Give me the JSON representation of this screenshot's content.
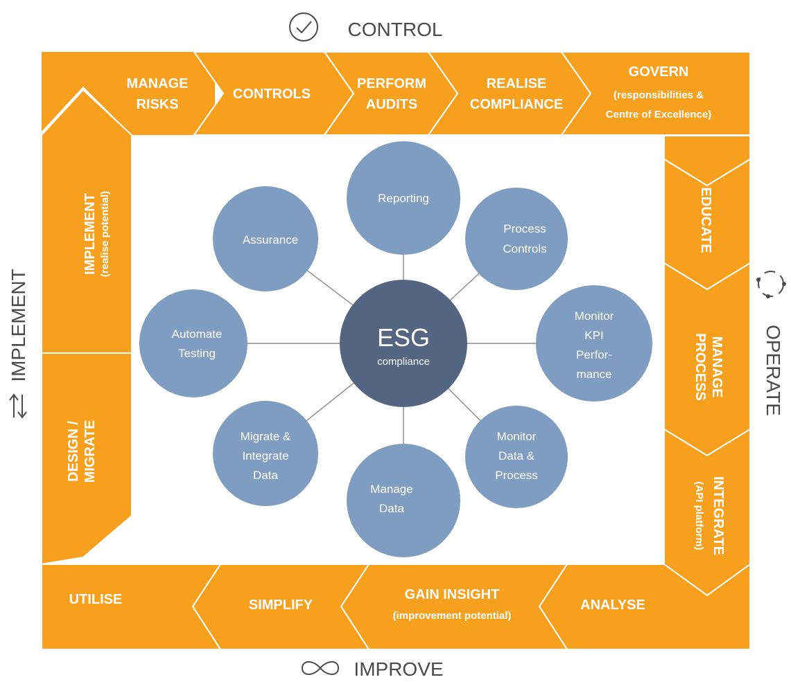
{
  "headers": {
    "control": "CONTROL",
    "operate": "OPERATE",
    "improve": "IMPROVE",
    "implement": "IMPLEMENT"
  },
  "icons": {
    "control": "check-circle-icon",
    "operate": "cycle-arrows-icon",
    "improve": "infinity-icon",
    "implement": "swap-arrows-icon"
  },
  "colors": {
    "orange": "#f7a01e",
    "satellite": "#7f9dc0",
    "hub": "#546582"
  },
  "top": {
    "manage_risks": [
      "MANAGE",
      "RISKS"
    ],
    "controls": "CONTROLS",
    "perform_audits": [
      "PERFORM",
      "AUDITS"
    ],
    "realise_compliance": [
      "REALISE",
      "COMPLIANCE"
    ],
    "govern": [
      "GOVERN",
      "(responsibilities &",
      "Centre of Excellence)"
    ]
  },
  "right": {
    "educate": "EDUCATE",
    "manage_process": [
      "MANAGE",
      "PROCESS"
    ],
    "integrate": [
      "INTEGRATE",
      "(API platform)"
    ]
  },
  "bottom": {
    "analyse": "ANALYSE",
    "gain_insight": [
      "GAIN INSIGHT",
      "(improvement potential)"
    ],
    "simplify": "SIMPLIFY",
    "utilise": "UTILISE"
  },
  "left": {
    "design_migrate": [
      "DESIGN /",
      "MIGRATE"
    ],
    "implement": [
      "IMPLEMENT",
      "(realise potential)"
    ]
  },
  "hub": {
    "title": "ESG",
    "subtitle": "compliance"
  },
  "satellites": {
    "reporting": [
      "Reporting"
    ],
    "process_controls": [
      "Process",
      "Controls"
    ],
    "monitor_kpi": [
      "Monitor",
      "KPI",
      "Perfor-",
      "mance"
    ],
    "monitor_data": [
      "Monitor",
      "Data &",
      "Process"
    ],
    "manage_data": [
      "Manage",
      "Data"
    ],
    "migrate_integrate": [
      "Migrate &",
      "Integrate",
      "Data"
    ],
    "automate_testing": [
      "Automate",
      "Testing"
    ],
    "assurance": [
      "Assurance"
    ]
  }
}
